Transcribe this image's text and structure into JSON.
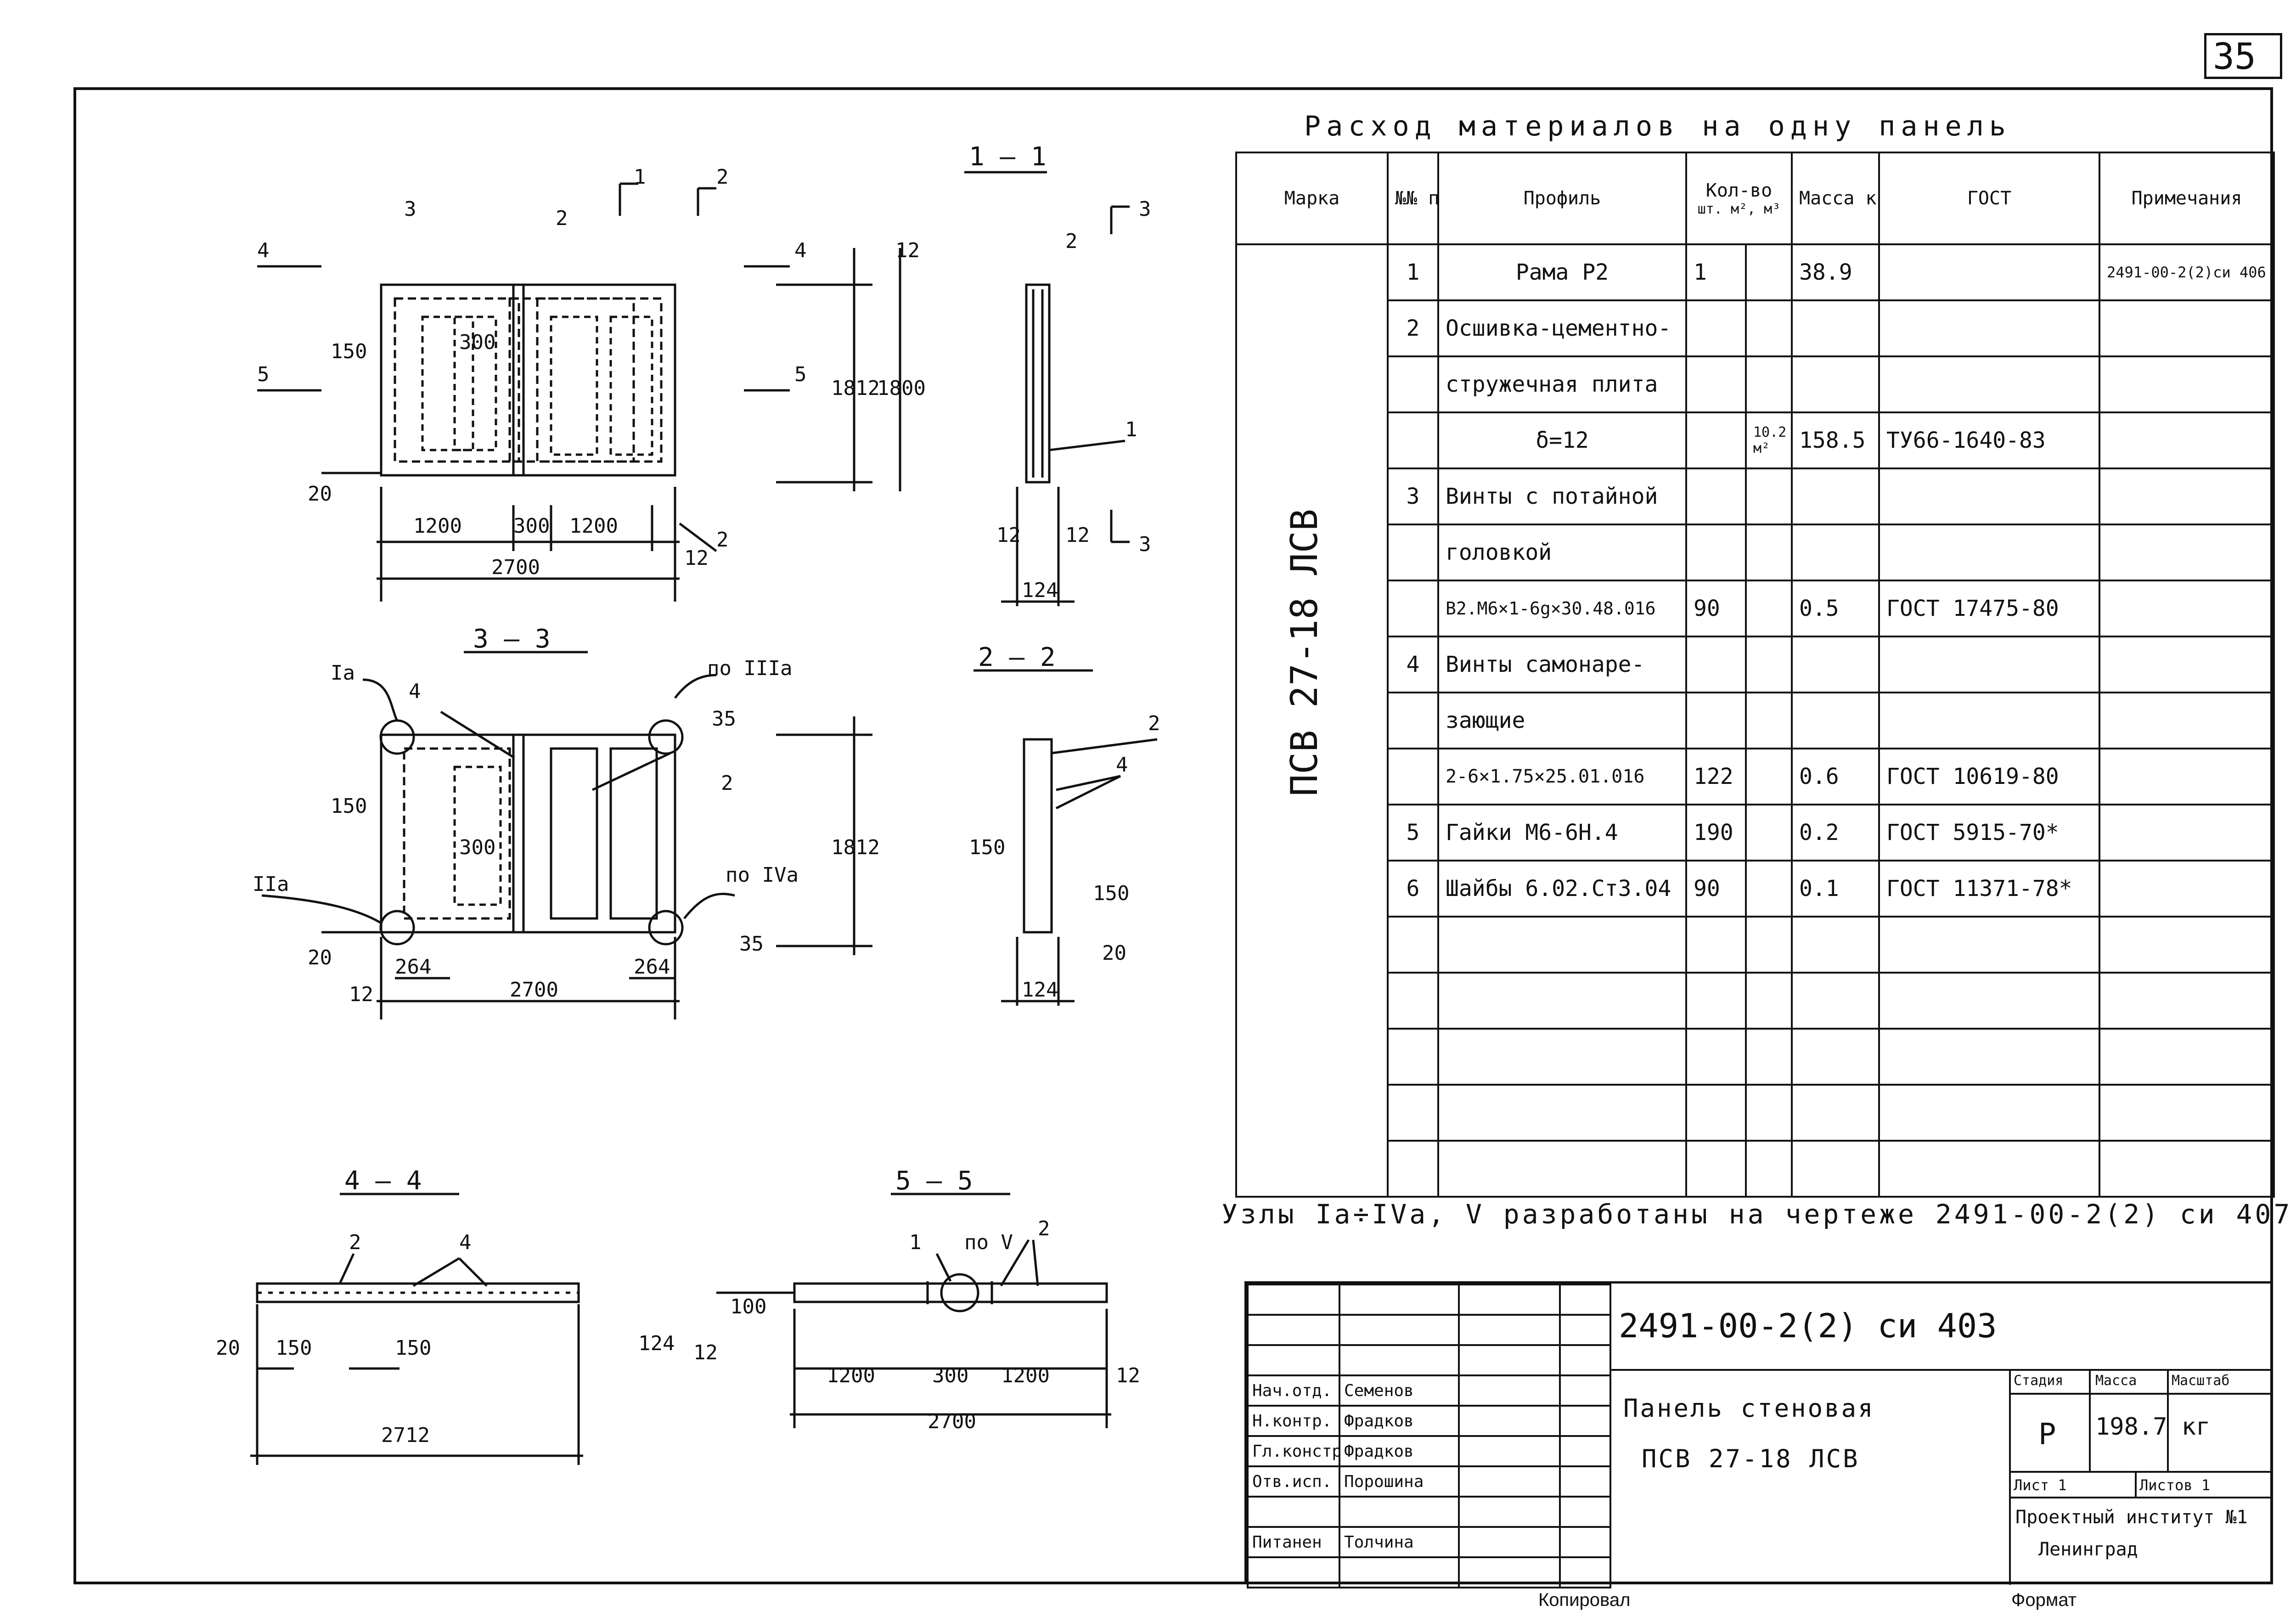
{
  "sheet_number": "35",
  "materials": {
    "title": "Расход материалов на одну панель",
    "headers": {
      "mark": "Марка",
      "num": "№№ п.п.",
      "profile": "Профиль",
      "qty": "Кол-во",
      "qty_sub1": "шт.",
      "qty_sub2": "м², м³",
      "mass": "Масса кг",
      "gost": "ГОСТ",
      "notes": "Примечания"
    },
    "panel_mark": "ПСВ 27-18 ЛСВ",
    "rows": [
      {
        "num": "1",
        "profile": "Рама Р2",
        "pcs": "1",
        "area": "",
        "mass": "38.9",
        "gost": "",
        "note": "2491-00-2(2)си 406"
      },
      {
        "num": "2",
        "profile": "Осшивка-цементно-",
        "pcs": "",
        "area": "",
        "mass": "",
        "gost": "",
        "note": ""
      },
      {
        "num": "",
        "profile": "стружечная плита",
        "pcs": "",
        "area": "",
        "mass": "",
        "gost": "",
        "note": ""
      },
      {
        "num": "",
        "profile": "δ=12",
        "pcs": "",
        "area": "10.2 м²",
        "mass": "158.5",
        "gost": "ТУ66-1640-83",
        "note": ""
      },
      {
        "num": "3",
        "profile": "Винты с потайной",
        "pcs": "",
        "area": "",
        "mass": "",
        "gost": "",
        "note": ""
      },
      {
        "num": "",
        "profile": "головкой",
        "pcs": "",
        "area": "",
        "mass": "",
        "gost": "",
        "note": ""
      },
      {
        "num": "",
        "profile": "В2.М6×1-6g×30.48.016",
        "pcs": "90",
        "area": "",
        "mass": "0.5",
        "gost": "ГОСТ 17475-80",
        "note": ""
      },
      {
        "num": "4",
        "profile": "Винты самонаре-",
        "pcs": "",
        "area": "",
        "mass": "",
        "gost": "",
        "note": ""
      },
      {
        "num": "",
        "profile": "зающие",
        "pcs": "",
        "area": "",
        "mass": "",
        "gost": "",
        "note": ""
      },
      {
        "num": "",
        "profile": "2-6×1.75×25.01.016",
        "pcs": "122",
        "area": "",
        "mass": "0.6",
        "gost": "ГОСТ 10619-80",
        "note": ""
      },
      {
        "num": "5",
        "profile": "Гайки М6-6Н.4",
        "pcs": "190",
        "area": "",
        "mass": "0.2",
        "gost": "ГОСТ 5915-70*",
        "note": ""
      },
      {
        "num": "6",
        "profile": "Шайбы 6.02.Ст3.04",
        "pcs": "90",
        "area": "",
        "mass": "0.1",
        "gost": "ГОСТ 11371-78*",
        "note": ""
      },
      {
        "num": "",
        "profile": "",
        "pcs": "",
        "area": "",
        "mass": "",
        "gost": "",
        "note": ""
      },
      {
        "num": "",
        "profile": "",
        "pcs": "",
        "area": "",
        "mass": "",
        "gost": "",
        "note": ""
      },
      {
        "num": "",
        "profile": "",
        "pcs": "",
        "area": "",
        "mass": "",
        "gost": "",
        "note": ""
      },
      {
        "num": "",
        "profile": "",
        "pcs": "",
        "area": "",
        "mass": "",
        "gost": "",
        "note": ""
      },
      {
        "num": "",
        "profile": "",
        "pcs": "",
        "area": "",
        "mass": "",
        "gost": "",
        "note": ""
      }
    ]
  },
  "footnote": "Узлы Iа÷IVа, V разработаны на чертеже 2491-00-2(2) си 407",
  "stamp": {
    "doc_code": "2491-00-2(2) си 403",
    "title_line1": "Панель стеновая",
    "title_line2": "ПСВ 27-18 ЛСВ",
    "stage_label": "Стадия",
    "mass_label": "Масса",
    "scale_label": "Масштаб",
    "stage": "Р",
    "mass": "198.7 кг",
    "sheet": "Лист 1",
    "sheets": "Листов 1",
    "org_line1": "Проектный институт №1",
    "org_line2": "Ленинград",
    "people": [
      {
        "role": "Нач.отд.",
        "name": "Семенов"
      },
      {
        "role": "Н.контр.",
        "name": "Фрадков"
      },
      {
        "role": "Гл.констр.",
        "name": "Фрадков"
      },
      {
        "role": "Отв.исп.",
        "name": "Порошина"
      },
      {
        "role": "",
        "name": ""
      },
      {
        "role": "Питанен",
        "name": "Толчина"
      }
    ]
  },
  "bottom": {
    "copied": "Копировал",
    "format": "Формат"
  },
  "views": {
    "v11": "1 — 1",
    "v22": "2 — 2",
    "v33": "3 — 3",
    "v44": "4 — 4",
    "v55": "5 — 5"
  },
  "dims": {
    "d2700": "2700",
    "d1200": "1200",
    "d300": "300",
    "d150": "150",
    "d20": "20",
    "d12": "12",
    "d1812": "1812",
    "d1800": "1800",
    "d124": "124",
    "d264": "264",
    "d35": "35",
    "d2712": "2712",
    "d100": "100",
    "n1": "1",
    "n2": "2",
    "n3": "3",
    "n4": "4",
    "n5": "5",
    "node_ia": "Iа",
    "node_iia": "IIа",
    "node_iiia": "по IIIа",
    "node_iva": "по IVа",
    "node_v": "по V"
  }
}
